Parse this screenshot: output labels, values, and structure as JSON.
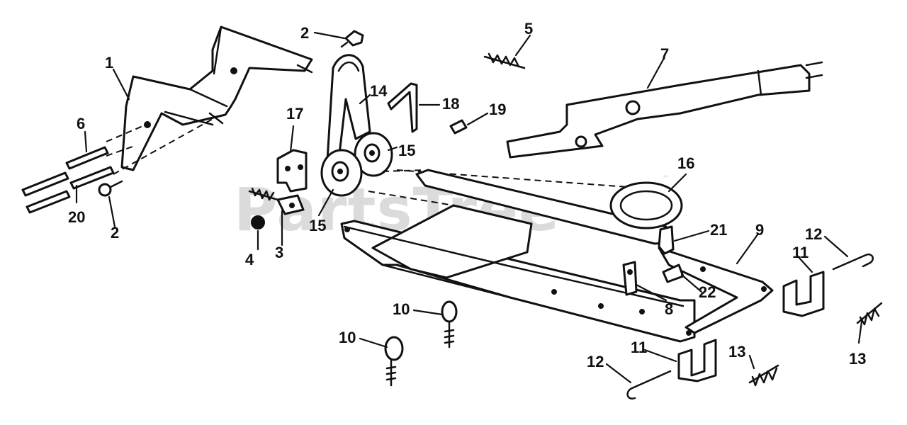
{
  "watermark": {
    "text": "PartsTree",
    "trademark": "™"
  },
  "callouts": {
    "c1": "1",
    "c2a": "2",
    "c2b": "2",
    "c3": "3",
    "c4": "4",
    "c5": "5",
    "c6": "6",
    "c7": "7",
    "c8": "8",
    "c9": "9",
    "c10a": "10",
    "c10b": "10",
    "c11a": "11",
    "c11b": "11",
    "c12a": "12",
    "c12b": "12",
    "c13a": "13",
    "c13b": "13",
    "c14": "14",
    "c15a": "15",
    "c15b": "15",
    "c16": "16",
    "c17": "17",
    "c18": "18",
    "c19": "19",
    "c20": "20",
    "c21": "21",
    "c22": "22"
  },
  "colors": {
    "ink": "#111111",
    "paper": "#ffffff",
    "watermark": "#cfcfcf"
  }
}
